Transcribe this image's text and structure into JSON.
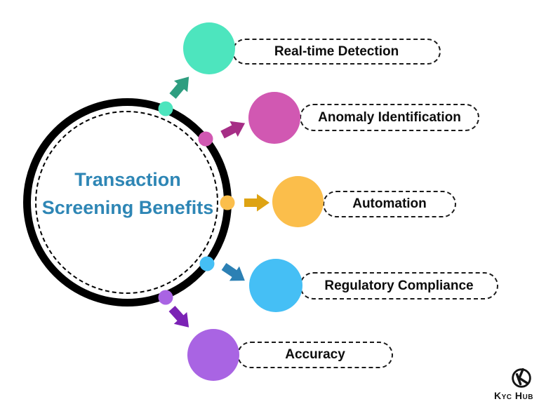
{
  "title": {
    "line1": "Transaction",
    "line2": "Screening Benefits",
    "color": "#2E86B5"
  },
  "benefits": [
    {
      "label": "Real-time Detection",
      "color": "#4DE5BE",
      "arrow_color": "#2E9E80"
    },
    {
      "label": "Anomaly Identification",
      "color": "#D158B2",
      "arrow_color": "#A62E86"
    },
    {
      "label": "Automation",
      "color": "#FBBE4B",
      "arrow_color": "#DEA313"
    },
    {
      "label": "Regulatory Compliance",
      "color": "#45BFF5",
      "arrow_color": "#2C80B4"
    },
    {
      "label": "Accuracy",
      "color": "#A964E3",
      "arrow_color": "#7B22B5"
    }
  ],
  "logo": {
    "text": "Kyc Hub",
    "icon": "circle-k-icon"
  }
}
